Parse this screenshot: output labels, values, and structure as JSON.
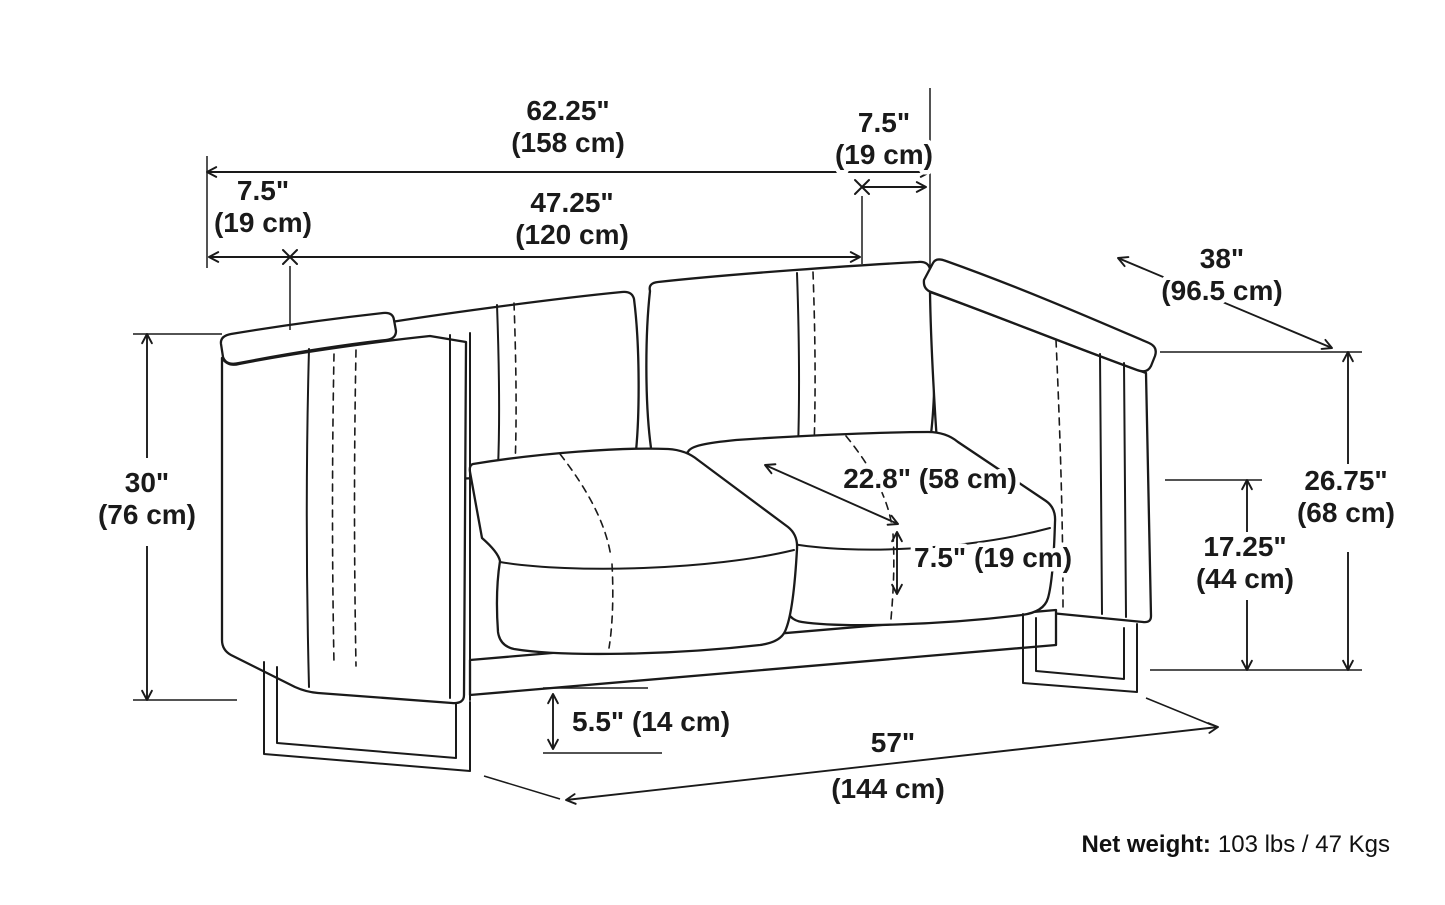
{
  "figure": {
    "net_weight_label": "Net weight:",
    "net_weight_value": "103 lbs / 47 Kgs"
  },
  "dims": {
    "overall_width": {
      "in": "62.25\"",
      "cm": "(158 cm)"
    },
    "right_arm_width": {
      "in": "7.5\"",
      "cm": "(19 cm)"
    },
    "left_arm_width": {
      "in": "7.5\"",
      "cm": "(19 cm)"
    },
    "inner_seat_width": {
      "in": "47.25\"",
      "cm": "(120 cm)"
    },
    "overall_depth": {
      "in": "38\"",
      "cm": "(96.5 cm)"
    },
    "overall_height": {
      "in": "30\"",
      "cm": "(76 cm)"
    },
    "arm_height": {
      "in": "26.75\"",
      "cm": "(68 cm)"
    },
    "seat_height": {
      "in": "17.25\"",
      "cm": "(44 cm)"
    },
    "seat_depth": "22.8\" (58 cm)",
    "seat_cushion_thickness": "7.5\" (19 cm)",
    "base_clearance": "5.5\" (14 cm)",
    "front_width": {
      "in": "57\"",
      "cm": "(144 cm)"
    }
  }
}
